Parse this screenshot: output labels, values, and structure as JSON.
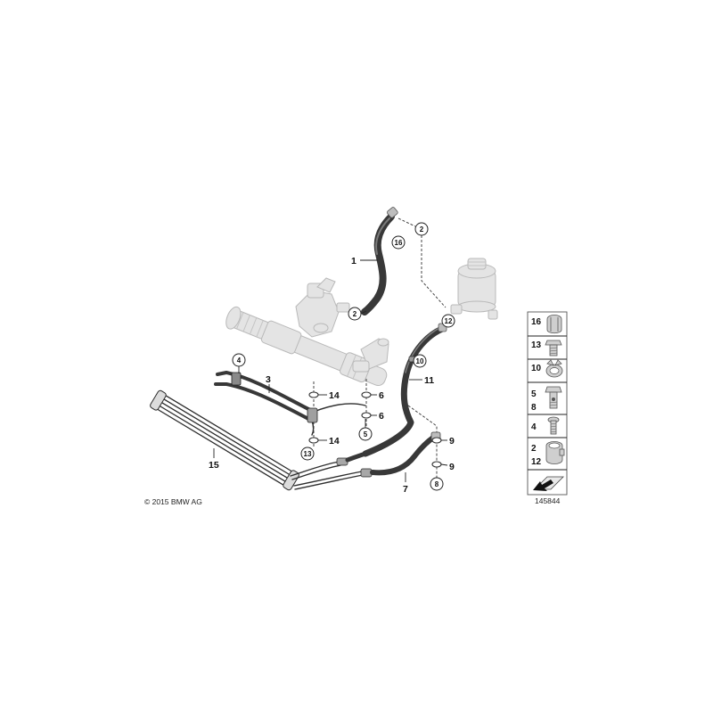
{
  "diagram": {
    "copyright": "© 2015 BMW AG",
    "diagram_number": "145844"
  },
  "callouts": {
    "part_1": "1",
    "part_2_top": "2",
    "part_2_bottom": "2",
    "part_3": "3",
    "part_4": "4",
    "part_5": "5",
    "part_6_top": "6",
    "part_6_bottom": "6",
    "part_7": "7",
    "part_8": "8",
    "part_9_top": "9",
    "part_9_bottom": "9",
    "part_10": "10",
    "part_11": "11",
    "part_12": "12",
    "part_13": "13",
    "part_14_top": "14",
    "part_14_bottom": "14",
    "part_15": "15",
    "part_16": "16"
  },
  "legend": {
    "items": [
      {
        "numbers": [
          "16"
        ],
        "icon": "hose-clamp-icon"
      },
      {
        "numbers": [
          "13"
        ],
        "icon": "bolt-icon"
      },
      {
        "numbers": [
          "10"
        ],
        "icon": "spring-clamp-icon"
      },
      {
        "numbers": [
          "5",
          "8"
        ],
        "icon": "hollow-bolt-icon"
      },
      {
        "numbers": [
          "4"
        ],
        "icon": "screw-icon"
      },
      {
        "numbers": [
          "2",
          "12"
        ],
        "icon": "band-clamp-icon"
      },
      {
        "numbers": [],
        "icon": "arrow-icon"
      }
    ]
  },
  "colors": {
    "hose": "#383838",
    "ghost_part": "#e4e4e4",
    "line": "#222222",
    "background": "#ffffff"
  }
}
